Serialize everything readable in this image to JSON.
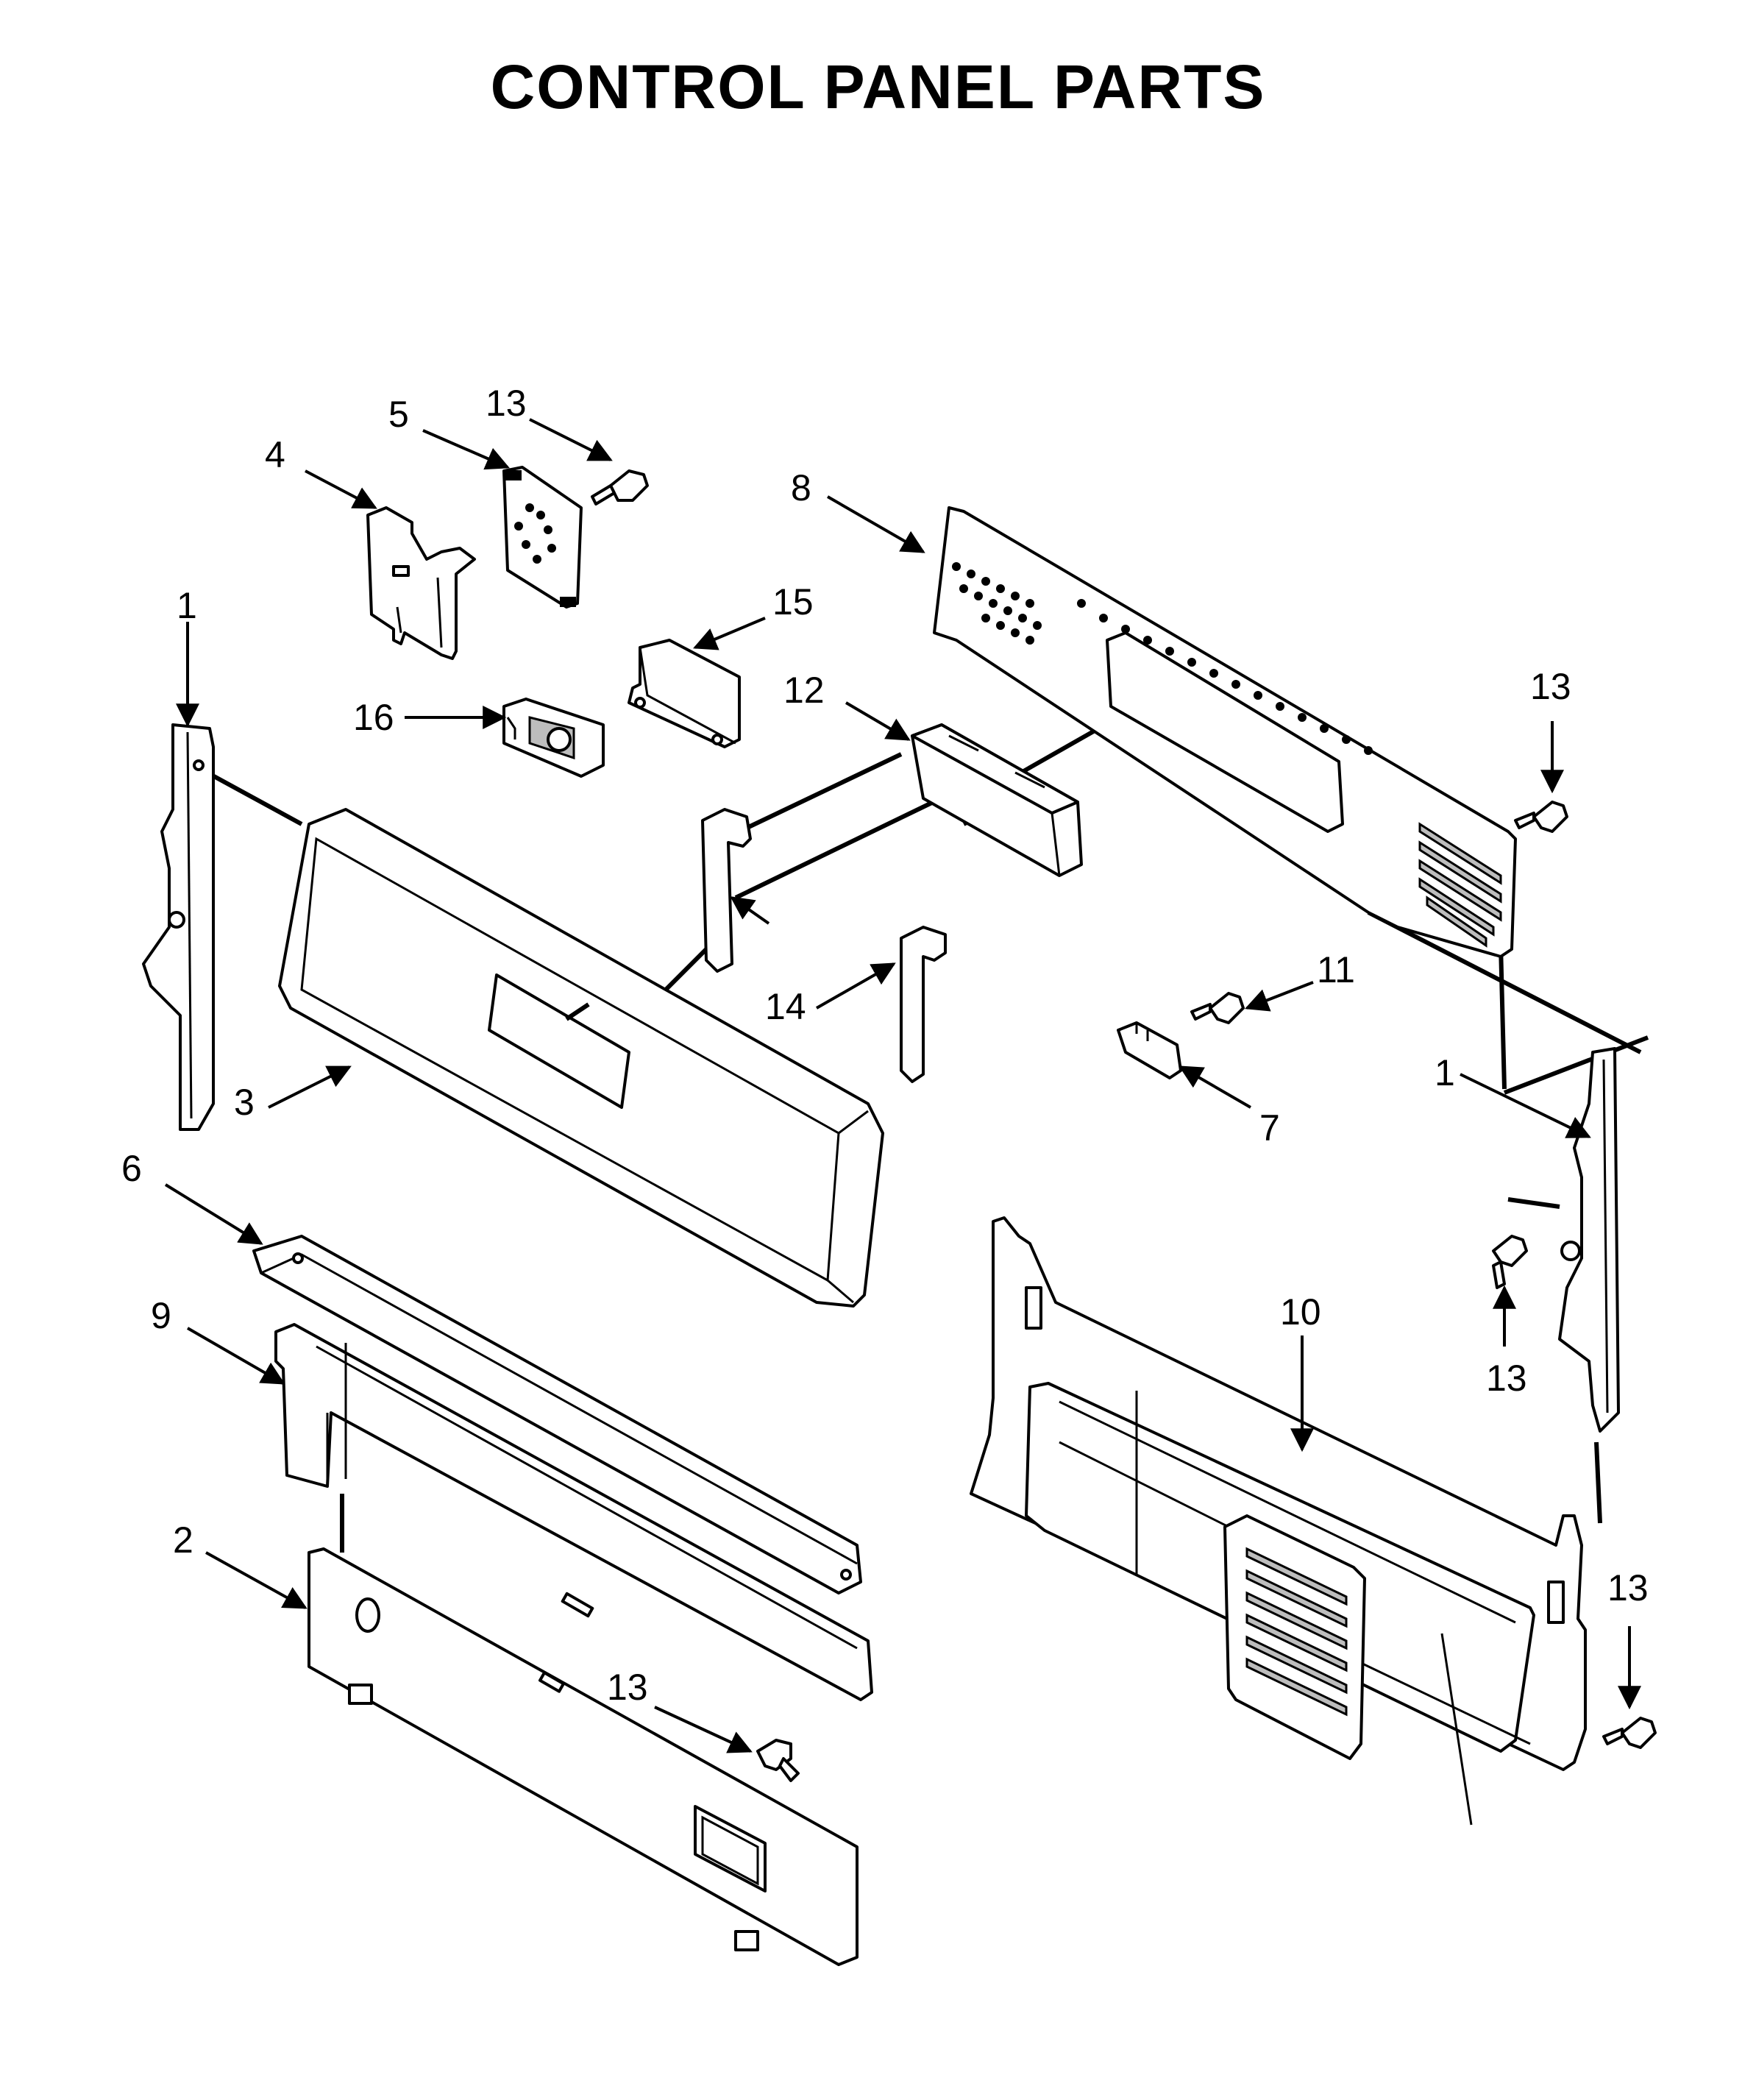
{
  "title": "CONTROL PANEL PARTS",
  "callouts": [
    {
      "id": "c1a",
      "text": "1"
    },
    {
      "id": "c1b",
      "text": "1"
    },
    {
      "id": "c2",
      "text": "2"
    },
    {
      "id": "c3",
      "text": "3"
    },
    {
      "id": "c4",
      "text": "4"
    },
    {
      "id": "c5",
      "text": "5"
    },
    {
      "id": "c6",
      "text": "6"
    },
    {
      "id": "c7",
      "text": "7"
    },
    {
      "id": "c8",
      "text": "8"
    },
    {
      "id": "c9",
      "text": "9"
    },
    {
      "id": "c10",
      "text": "10"
    },
    {
      "id": "c11",
      "text": "11"
    },
    {
      "id": "c12",
      "text": "12"
    },
    {
      "id": "c13a",
      "text": "13"
    },
    {
      "id": "c13b",
      "text": "13"
    },
    {
      "id": "c13c",
      "text": "13"
    },
    {
      "id": "c13d",
      "text": "13"
    },
    {
      "id": "c13e",
      "text": "13"
    },
    {
      "id": "c14",
      "text": "14"
    },
    {
      "id": "c15",
      "text": "15"
    },
    {
      "id": "c16",
      "text": "16"
    }
  ]
}
